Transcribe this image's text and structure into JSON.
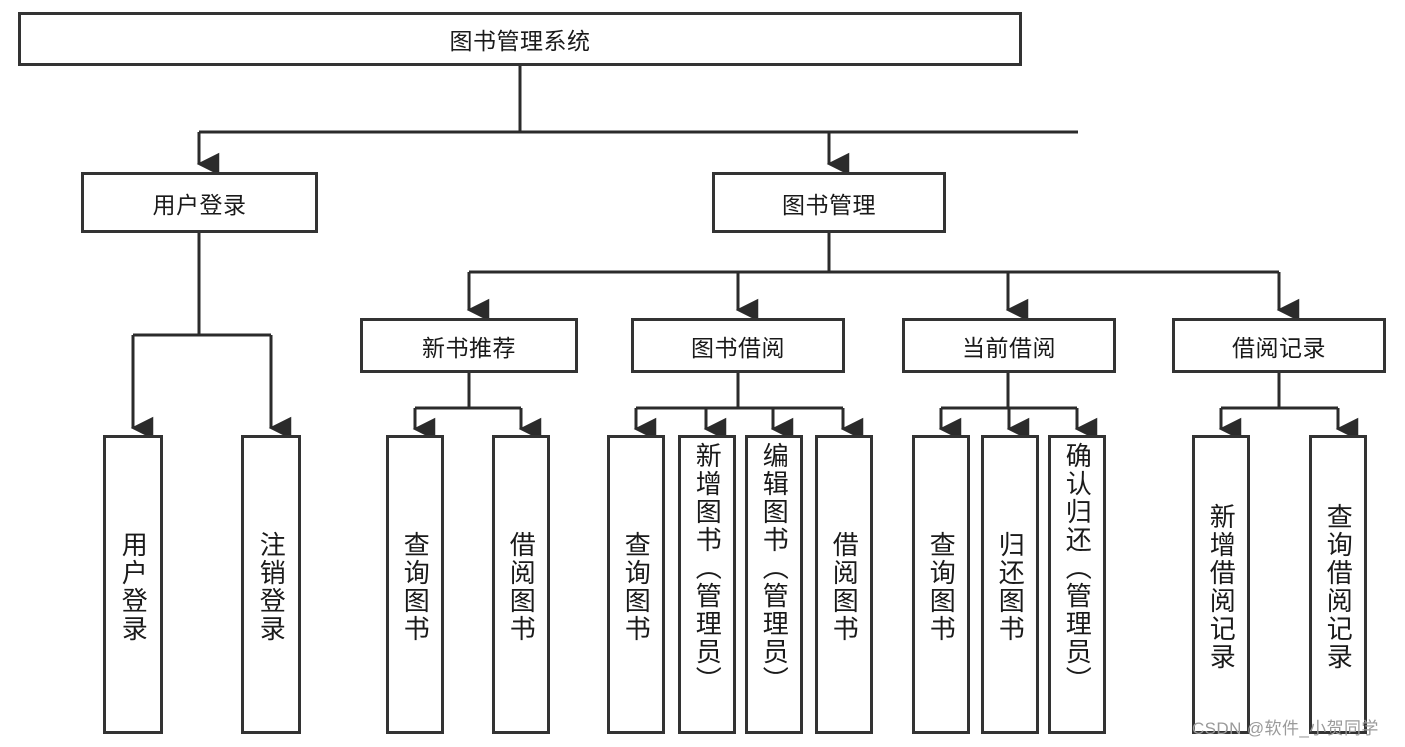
{
  "diagram": {
    "title": "图书管理系统",
    "type": "tree-hierarchy-diagram",
    "root": {
      "label": "图书管理系统"
    },
    "level2": [
      {
        "label": "用户登录"
      },
      {
        "label": "图书管理"
      }
    ],
    "level3": [
      {
        "label": "新书推荐"
      },
      {
        "label": "图书借阅"
      },
      {
        "label": "当前借阅"
      },
      {
        "label": "借阅记录"
      }
    ],
    "leaves": {
      "user_login": [
        {
          "label": "用户登录"
        },
        {
          "label": "注销登录"
        }
      ],
      "new_book_recommend": [
        {
          "label": "查询图书"
        },
        {
          "label": "借阅图书"
        }
      ],
      "book_borrow": [
        {
          "label": "查询图书"
        },
        {
          "label": "新增图书（管理员）"
        },
        {
          "label": "编辑图书（管理员）"
        },
        {
          "label": "借阅图书"
        }
      ],
      "current_borrow": [
        {
          "label": "查询图书"
        },
        {
          "label": "归还图书"
        },
        {
          "label": "确认归还（管理员）"
        }
      ],
      "borrow_record": [
        {
          "label": "新增借阅记录"
        },
        {
          "label": "查询借阅记录"
        }
      ]
    }
  },
  "watermark": {
    "text": "CSDN @软件_小贺同学"
  },
  "colors": {
    "stroke": "#333333",
    "text": "#1a1a1a",
    "background": "#ffffff",
    "watermark": "#9a9a9a"
  }
}
